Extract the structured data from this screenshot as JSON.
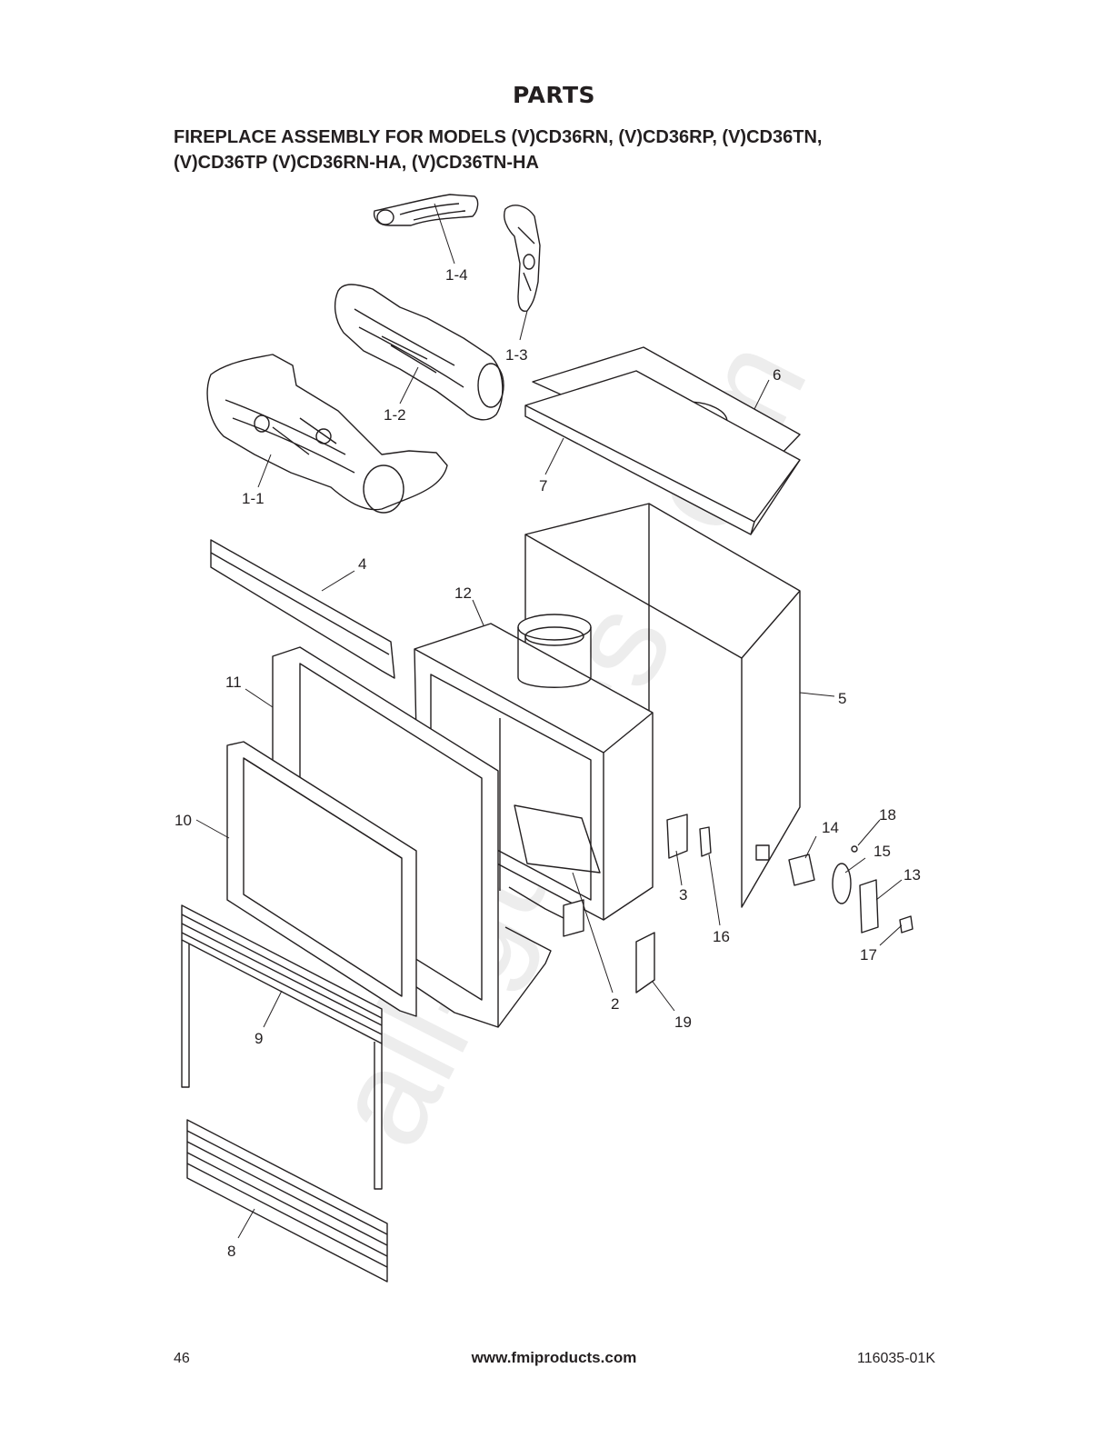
{
  "page": {
    "title": "PARTS",
    "subtitle_line1": "FIREPLACE ASSEMBLY FOR MODELS (V)CD36RN, (V)CD36RP, (V)CD36TN,",
    "subtitle_line2": "(V)CD36TP (V)CD36RN-HA, (V)CD36TN-HA",
    "watermark": "all-guides.com"
  },
  "callouts": {
    "c1_1": "1-1",
    "c1_2": "1-2",
    "c1_3": "1-3",
    "c1_4": "1-4",
    "c2": "2",
    "c3": "3",
    "c4": "4",
    "c5": "5",
    "c6": "6",
    "c7": "7",
    "c8": "8",
    "c9": "9",
    "c10": "10",
    "c11": "11",
    "c12": "12",
    "c13": "13",
    "c14": "14",
    "c15": "15",
    "c16": "16",
    "c17": "17",
    "c18": "18",
    "c19": "19"
  },
  "footer": {
    "page_number": "46",
    "website": "www.fmiproducts.com",
    "doc_number": "116035-01K"
  }
}
